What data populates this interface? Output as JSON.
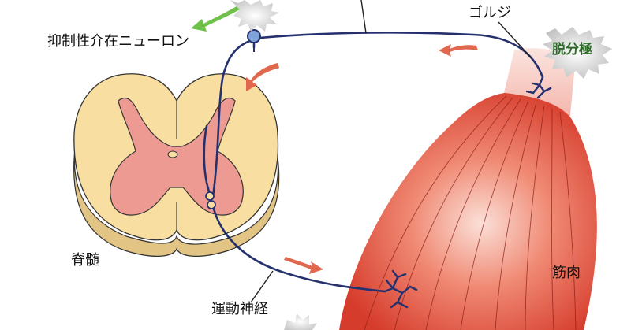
{
  "labels": {
    "inhibitory_interneuron": "抑制性介在ニューロン",
    "golgi": "ゴルジ",
    "depolarization": "脱分極",
    "spinal_cord": "脊髄",
    "muscle": "筋肉",
    "motor_nerve": "運動神経"
  },
  "colors": {
    "nerve": "#24316e",
    "arrow": "#e2674f",
    "green_arrow": "#6fc14a",
    "gray_matter": "#ec9a92",
    "white_matter": "#f8dea0",
    "muscle": "#e0493a",
    "tendon": "#f6c9c2",
    "burst": "#d8d8d8"
  },
  "icons": [
    "soma-ball-icon",
    "golgi-receptor-icon",
    "motor-endplate-icon",
    "signal-arrow-icon",
    "green-arrow-icon",
    "burst-icon"
  ]
}
